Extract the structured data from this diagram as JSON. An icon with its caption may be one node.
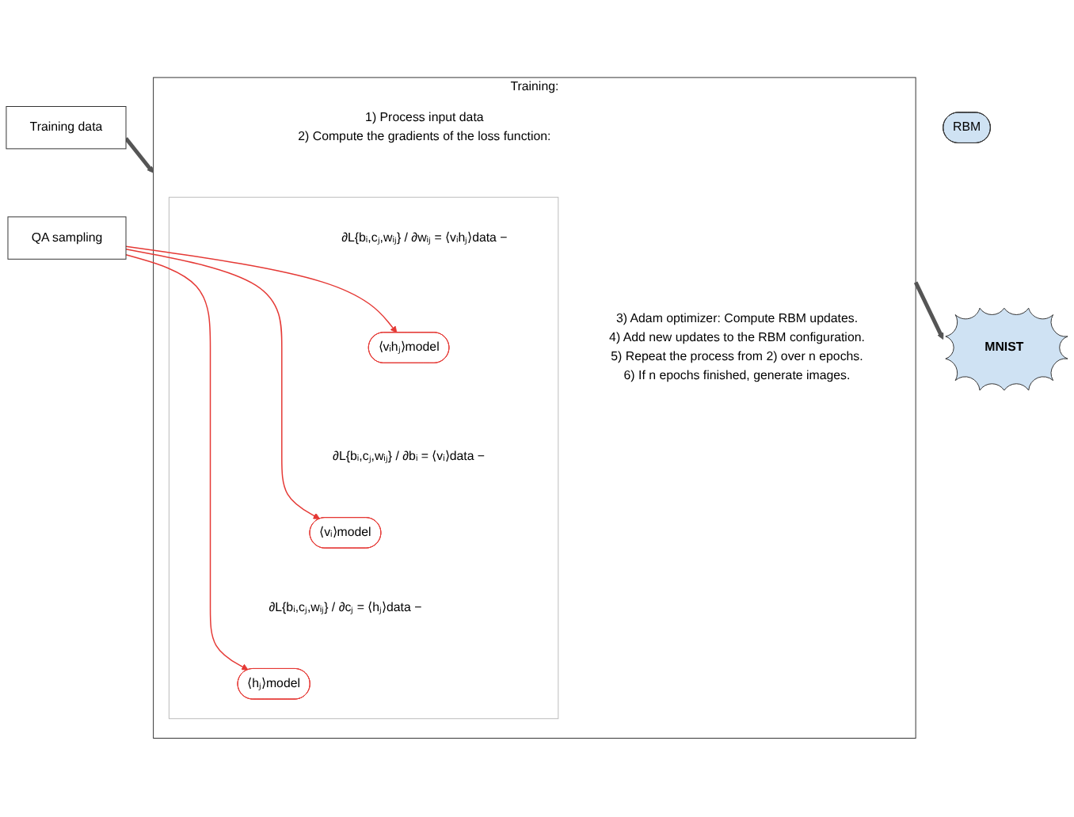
{
  "diagram": {
    "nodes": [
      {
        "text": [
          "Training:"
        ]
      },
      {
        "text": [
          "RBM"
        ]
      },
      {
        "text": [
          "Training data"
        ]
      },
      {
        "text": [
          "QA sampling"
        ]
      },
      {
        "text": [
          "MNIST"
        ]
      },
      {
        "text": [
          "1) Process input data",
          "2) Compute the gradients of the loss function:"
        ],
        "in": 0
      },
      {
        "text": [],
        "shape": "box",
        "in": 0
      },
      {
        "text": [
          "∂L{bᵢ,cⱼ,wᵢⱼ} / ∂wᵢⱼ = ⟨vᵢhⱼ⟩data −"
        ],
        "in": 6
      },
      {
        "text": [
          "⟨vᵢhⱼ⟩model"
        ],
        "in": 6
      },
      {
        "text": [
          "∂L{bᵢ,cⱼ,wᵢⱼ} / ∂bᵢ = ⟨vᵢ⟩data −"
        ],
        "in": 6
      },
      {
        "text": [
          "⟨vᵢ⟩model"
        ],
        "in": 6
      },
      {
        "text": [
          "∂L{bᵢ,cⱼ,wᵢⱼ} / ∂cⱼ = ⟨hⱼ⟩data −"
        ],
        "in": 6
      },
      {
        "text": [
          "⟨hⱼ⟩model"
        ],
        "in": 6
      },
      {
        "text": [
          "3) Adam optimizer: Compute RBM updates.",
          "4) Add new updates to the RBM configuration.",
          "5) Repeat the process from 2) over n epochs.",
          "6) If n epochs finished, generate images."
        ],
        "in": 0
      }
    ],
    "edges": [
      {
        "from": 2,
        "to": 0,
        "arrow": "to",
        "style": "thick",
        "color": "#555555"
      },
      {
        "from": 3,
        "to": 8,
        "arrow": "to",
        "color": "#e53935"
      },
      {
        "from": 3,
        "to": 10,
        "arrow": "to",
        "color": "#e53935"
      },
      {
        "from": 3,
        "to": 12,
        "arrow": "to",
        "color": "#e53935"
      },
      {
        "from": 0,
        "to": 4,
        "arrow": "to",
        "style": "thick",
        "color": "#555555"
      }
    ]
  }
}
